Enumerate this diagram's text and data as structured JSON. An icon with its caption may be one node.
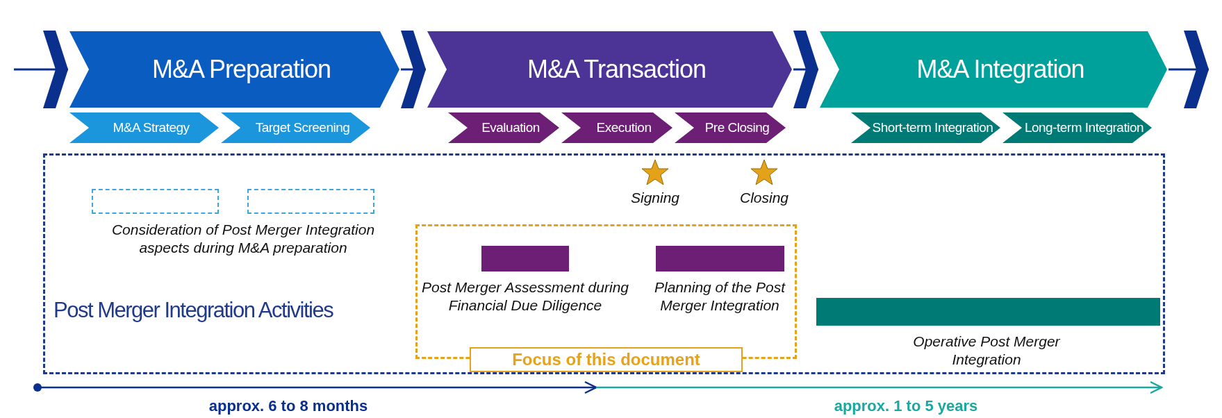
{
  "diagram": {
    "nodes": [
      {
        "text": [
          "M&A Preparation"
        ]
      },
      {
        "text": [
          "M&A Transaction"
        ]
      },
      {
        "text": [
          "M&A Integration"
        ]
      },
      {
        "text": [
          "M&A Strategy"
        ]
      },
      {
        "text": [
          "Target Screening"
        ]
      },
      {
        "text": [
          "Evaluation"
        ]
      },
      {
        "text": [
          "Execution"
        ]
      },
      {
        "text": [
          "Pre Closing"
        ]
      },
      {
        "text": [
          "Short-term Integration"
        ]
      },
      {
        "text": [
          "Long-term Integration"
        ]
      },
      {
        "text": [
          "Post Merger Integration Activities"
        ]
      },
      {
        "text": [],
        "shape": "box",
        "in": 10
      },
      {
        "text": [],
        "shape": "box",
        "in": 10
      },
      {
        "text": [],
        "shape": "star",
        "in": 10,
        "beside": [
          "Signing"
        ]
      },
      {
        "text": [],
        "shape": "star",
        "in": 10,
        "beside": [
          "Closing"
        ]
      },
      {
        "text": [
          "Focus of this document"
        ],
        "in": 10
      },
      {
        "text": [],
        "shape": "bar",
        "in": 15,
        "beside": [
          "Post Merger Assessment during Financial Due Diligence"
        ]
      },
      {
        "text": [],
        "shape": "bar",
        "in": 15,
        "beside": [
          "Planning of the Post Merger Integration"
        ]
      },
      {
        "text": [],
        "shape": "bar",
        "in": 10,
        "beside": [
          "Operative Post Merger Integration"
        ]
      }
    ],
    "edges": [
      {
        "from": null,
        "to": 0,
        "arrow": "to"
      },
      {
        "from": 0,
        "to": 1,
        "arrow": "to"
      },
      {
        "from": 1,
        "to": 2,
        "arrow": "to"
      },
      {
        "from": 2,
        "to": null,
        "arrow": "to"
      }
    ],
    "labels": [
      "Consideration of Post Merger Integration aspects during M&A preparation",
      "approx. 6 to 8 months",
      "approx. 1 to 5 years"
    ]
  }
}
